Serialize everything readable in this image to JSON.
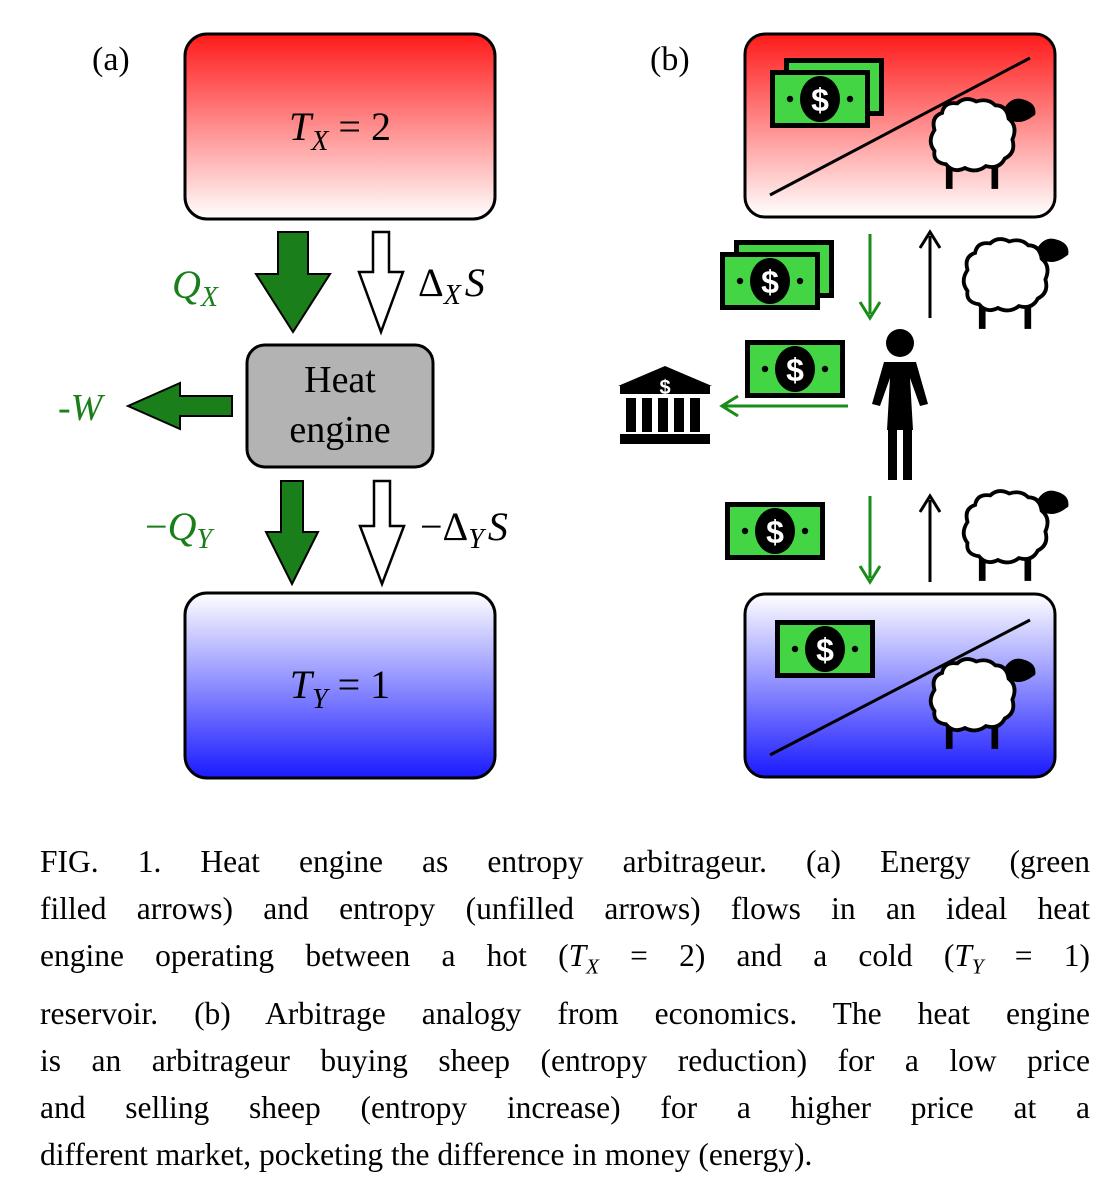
{
  "panel_a": {
    "label": "(a)",
    "hot": {
      "T": "T",
      "sub": "X",
      "eq": "= 2",
      "color_top": "#ff1a1a",
      "color_bottom": "#ffffff"
    },
    "cold": {
      "T": "T",
      "sub": "Y",
      "eq": "= 1",
      "color_top": "#ffffff",
      "color_bottom": "#1a1aff"
    },
    "engine": {
      "line1": "Heat",
      "line2": "engine",
      "fill": "#b3b3b3"
    },
    "qx": {
      "sym": "Q",
      "sub": "X"
    },
    "dxs": {
      "delta": "Δ",
      "sub": "X",
      "sym": "S"
    },
    "work": {
      "prefix": "-",
      "sym": "W"
    },
    "qy": {
      "prefix": "−",
      "sym": "Q",
      "sub": "Y"
    },
    "dys": {
      "prefix": "−Δ",
      "sub": "Y",
      "sym": "S"
    },
    "energy_color": "#1a7f1a"
  },
  "panel_b": {
    "label": "(b)",
    "money_symbol": "$",
    "bank_symbol": "$",
    "bill_color": "#44d544",
    "arrow_color": "#1a8c1a"
  },
  "caption": {
    "lines": [
      [
        "FIG. 1.    Heat engine as entropy arbitrageur. (a) Energy (green"
      ],
      [
        "filled arrows) and entropy (unfilled arrows) flows in an ideal heat"
      ],
      [
        "engine operating between a hot (",
        {
          "it": "T"
        },
        {
          "sub": "X"
        },
        " = 2) and a cold (",
        {
          "it": "T"
        },
        {
          "sub": "Y"
        },
        " = 1)"
      ],
      [
        "reservoir. (b) Arbitrage analogy from economics. The heat engine"
      ],
      [
        "is an arbitrageur buying sheep (entropy reduction) for a low price"
      ],
      [
        "and selling sheep (entropy increase) for a higher price at a"
      ],
      [
        "different market, pocketing the difference in money (energy)."
      ]
    ]
  }
}
